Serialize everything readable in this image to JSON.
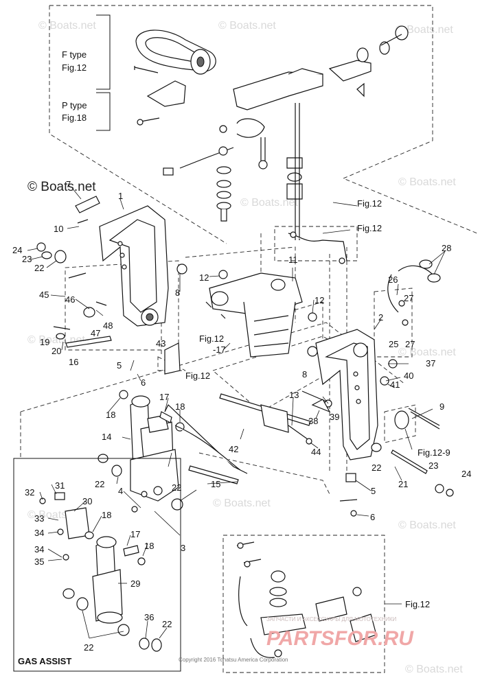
{
  "boxes": {
    "f_type": "F type",
    "f_fig": "Fig.12",
    "p_type": "P type",
    "p_fig": "Fig.18",
    "gas_assist": "GAS ASSIST"
  },
  "refs": {
    "fig12_a": "Fig.12",
    "fig12_b": "Fig.12",
    "fig12_c": "Fig.12",
    "fig12_d": "Fig.12",
    "fig12_9": "Fig.12-9",
    "fig12_e": "Fig.12",
    "minus17": "-17"
  },
  "callouts": [
    "1",
    "2",
    "3",
    "4",
    "5",
    "5",
    "6",
    "6",
    "7",
    "8",
    "8",
    "9",
    "10",
    "11",
    "12",
    "12",
    "13",
    "14",
    "15",
    "16",
    "17",
    "17",
    "18",
    "18",
    "18",
    "18",
    "19",
    "20",
    "21",
    "22",
    "22",
    "22",
    "22",
    "22",
    "22",
    "23",
    "23",
    "24",
    "24",
    "25",
    "26",
    "27",
    "27",
    "28",
    "29",
    "30",
    "31",
    "32",
    "33",
    "34",
    "34",
    "35",
    "36",
    "37",
    "38",
    "39",
    "40",
    "41",
    "42",
    "43",
    "44",
    "45",
    "46",
    "47",
    "48"
  ],
  "watermark": {
    "main": "© Boats.net",
    "small": "© Boats.net"
  },
  "copyright": "Copyright 2016 Tohatsu America Corporation",
  "shop": {
    "line": "ЗАПЧАСТИ И АКСЕССУАРЫ ДЛЯ МОТОТЕХНИКИ",
    "logo": "PARTSFOR.RU"
  }
}
